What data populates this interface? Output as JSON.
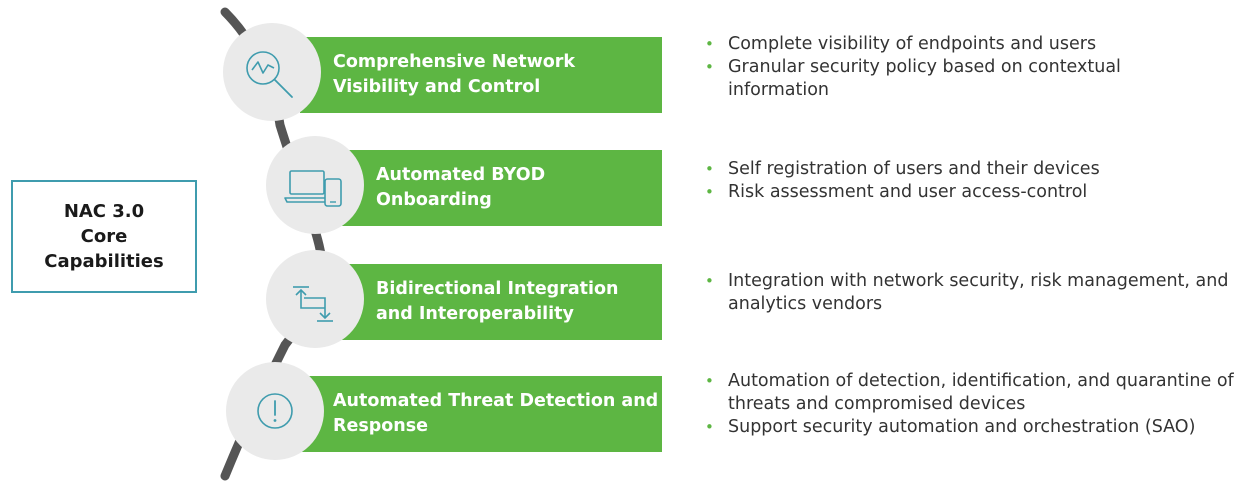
{
  "core": {
    "line1": "NAC 3.0",
    "line2": "Core",
    "line3": "Capabilities"
  },
  "capabilities": [
    {
      "icon": "magnifier-chart-icon",
      "title_line1": "Comprehensive Network",
      "title_line2": "Visibility and Control",
      "bullets": [
        "Complete visibility of endpoints and users",
        "Granular security policy based on contextual information"
      ]
    },
    {
      "icon": "laptop-phone-icon",
      "title_line1": "Automated BYOD",
      "title_line2": "Onboarding",
      "bullets": [
        "Self registration of users and their devices",
        "Risk assessment and user access-control"
      ]
    },
    {
      "icon": "bidirectional-arrows-icon",
      "title_line1": "Bidirectional Integration",
      "title_line2": "and Interoperability",
      "bullets": [
        "Integration with network security, risk management, and analytics vendors"
      ]
    },
    {
      "icon": "alert-icon",
      "title_line1": "Automated Threat Detection and",
      "title_line2": "Response",
      "bullets": [
        "Automation of detection, identification, and quarantine of threats and compromised devices",
        "Support security automation and orchestration (SAO)"
      ]
    }
  ],
  "colors": {
    "banner": "#5db643",
    "spine": "#555555",
    "circle": "#eaeaea",
    "icon": "#3f9cae",
    "core_border": "#3f9cae"
  }
}
